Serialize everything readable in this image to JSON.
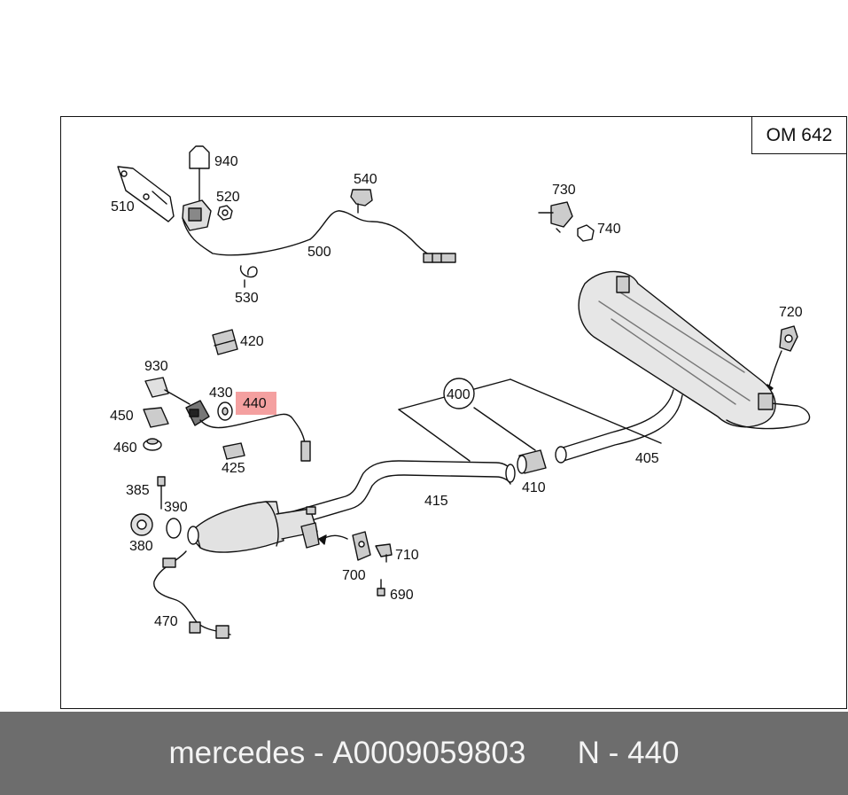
{
  "engine_code": "OM 642",
  "highlight_color": "#f4a0a0",
  "parts": {
    "p940": "940",
    "p520": "520",
    "p510": "510",
    "p540": "540",
    "p500": "500",
    "p530": "530",
    "p730": "730",
    "p740": "740",
    "p720": "720",
    "p420": "420",
    "p930": "930",
    "p430": "430",
    "p440": "440",
    "p450": "450",
    "p460": "460",
    "p425": "425",
    "p400": "400",
    "p405": "405",
    "p410": "410",
    "p415": "415",
    "p385": "385",
    "p390": "390",
    "p380": "380",
    "p710": "710",
    "p700": "700",
    "p690": "690",
    "p470": "470"
  },
  "footer": {
    "brand": "mercedes",
    "separator1": " - ",
    "part_number": "A0009059803",
    "gap": "      ",
    "item_prefix": "N",
    "separator2": " - ",
    "item_number": "440"
  }
}
